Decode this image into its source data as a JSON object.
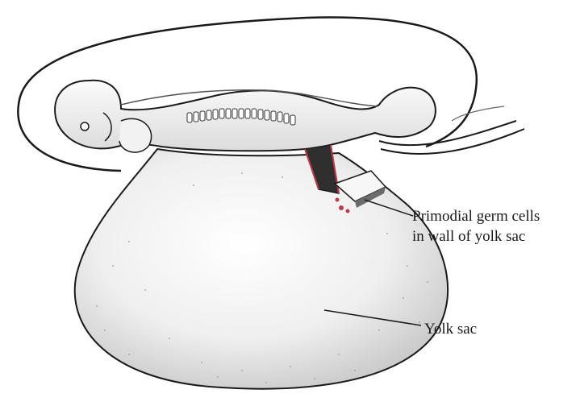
{
  "labels": {
    "germ_cells_line1": "Primodial germ cells",
    "germ_cells_line2": "in wall of yolk sac",
    "yolk_sac": "Yolk sac"
  },
  "colors": {
    "ink": "#1a1a1a",
    "stipple": "#9a9a9a",
    "germ_cells": "#c0394b"
  }
}
